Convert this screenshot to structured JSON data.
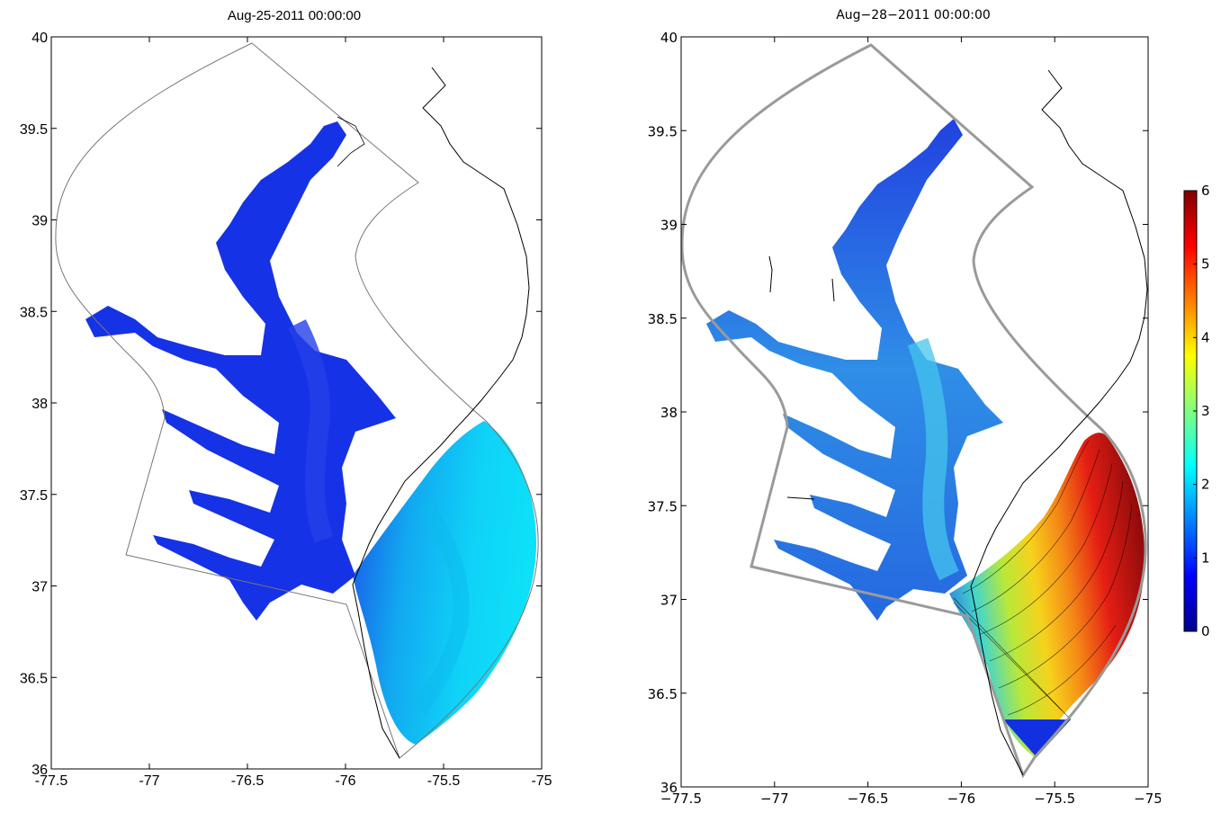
{
  "maps": [
    {
      "id": "left",
      "title": "Aug-25-2011 00:00:00",
      "xticks": [
        "-77.5",
        "-77",
        "-76.5",
        "-76",
        "-75.5",
        "-75"
      ],
      "yticks": [
        "36",
        "36.5",
        "37",
        "37.5",
        "38",
        "38.5",
        "39",
        "39.5",
        "40"
      ],
      "xlim": [
        -77.5,
        -75
      ],
      "ylim": [
        36,
        40
      ]
    },
    {
      "id": "right",
      "title": "Aug−28−2011 00:00:00",
      "xticks": [
        "−77.5",
        "−77",
        "−76.5",
        "−76",
        "−75.5",
        "−75"
      ],
      "yticks": [
        "36",
        "36.5",
        "37",
        "37.5",
        "38",
        "38.5",
        "39",
        "39.5",
        "40"
      ],
      "xlim": [
        -77.5,
        -75
      ],
      "ylim": [
        36,
        40
      ]
    }
  ],
  "colorbar": {
    "ticks": [
      "0",
      "1",
      "2",
      "3",
      "4",
      "5",
      "6"
    ],
    "range": [
      0,
      6
    ],
    "colormap": "jet"
  },
  "colors": {
    "domain_outline_left": "#777777",
    "domain_outline_right": "#9a9a9a",
    "coast": "#000000",
    "bay_left": "#1a2ee8",
    "ocean_left": "#14c8f5"
  }
}
